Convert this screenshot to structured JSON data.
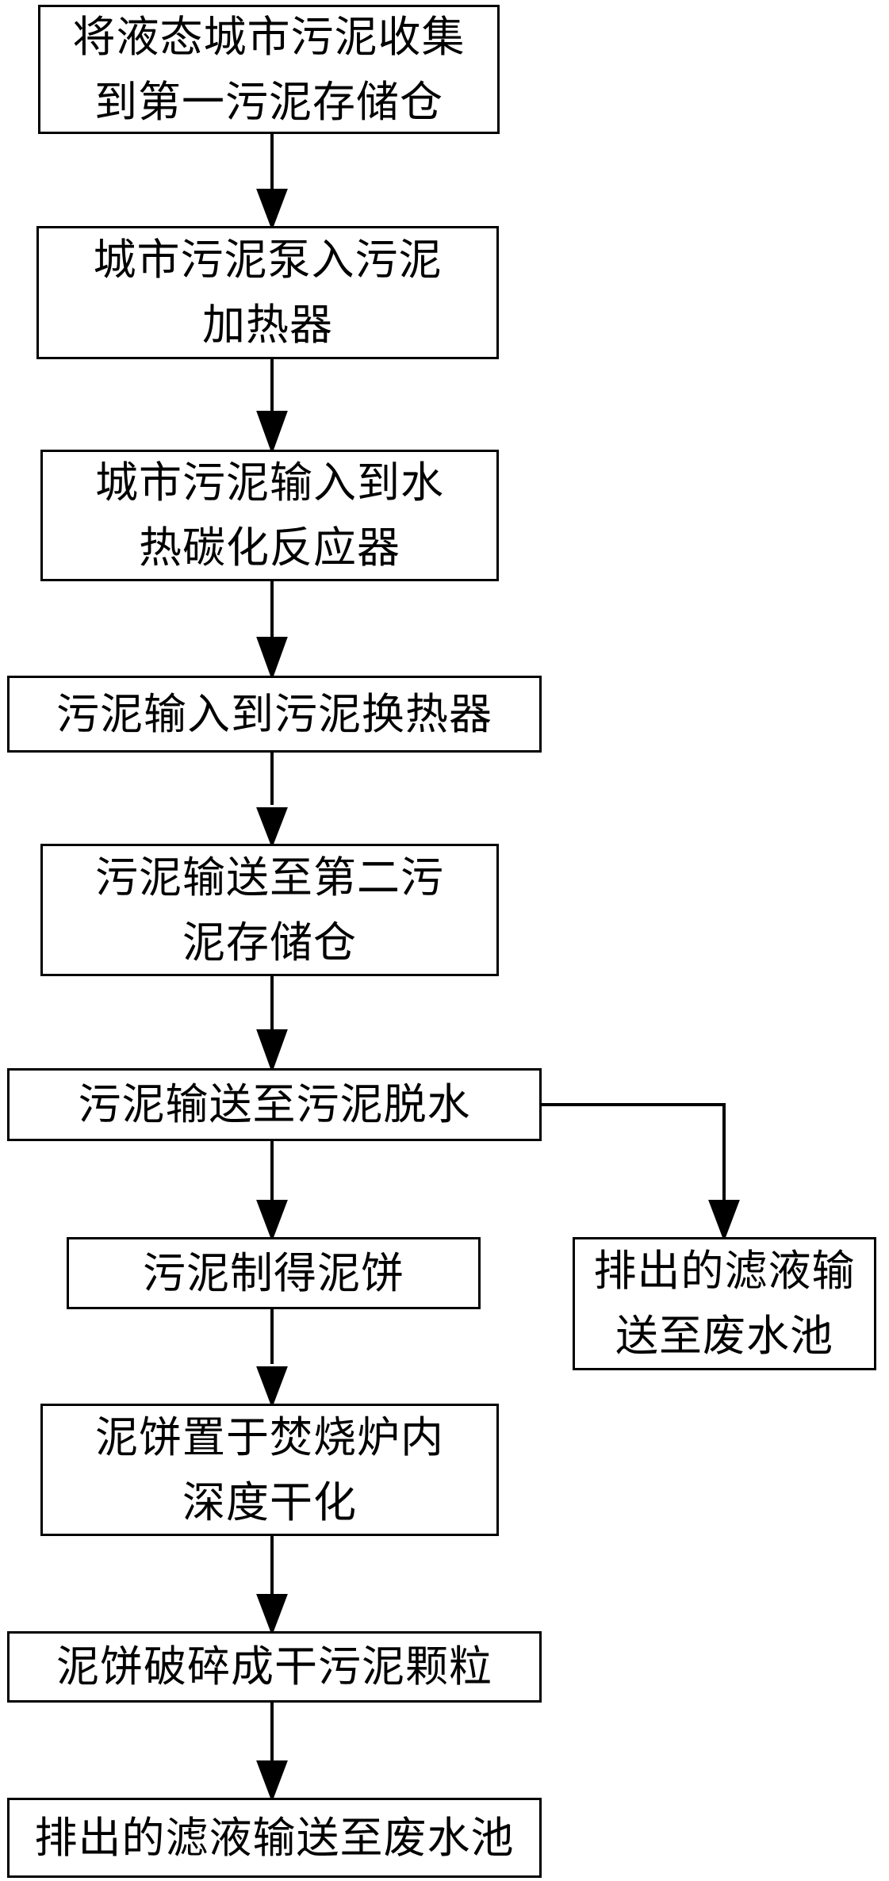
{
  "steps": [
    "将液态城市污泥收集\n到第一污泥存储仓",
    "城市污泥泵入污泥\n加热器",
    "城市污泥输入到水\n热碳化反应器",
    "污泥输入到污泥换热器",
    "污泥输送至第二污\n泥存储仓",
    "污泥输送至污泥脱水",
    "污泥制得泥饼",
    "泥饼置于焚烧炉内\n深度干化",
    "泥饼破碎成干污泥颗粒",
    "排出的滤液输送至废水池"
  ],
  "branch": {
    "filtrate": "排出的滤液输\n送至废水池"
  }
}
